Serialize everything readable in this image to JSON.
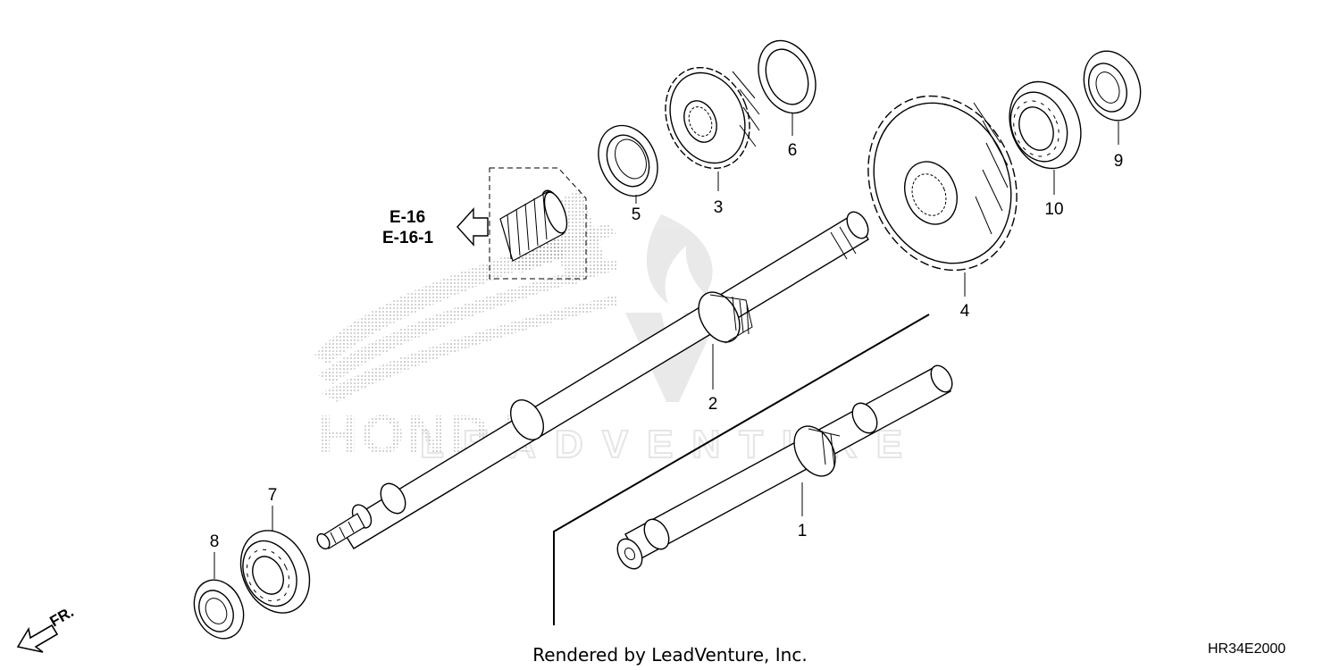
{
  "parts": [
    {
      "id": "part-1",
      "number": "1"
    },
    {
      "id": "part-2",
      "number": "2"
    },
    {
      "id": "part-3",
      "number": "3"
    },
    {
      "id": "part-4",
      "number": "4"
    },
    {
      "id": "part-5",
      "number": "5"
    },
    {
      "id": "part-6",
      "number": "6"
    },
    {
      "id": "part-7",
      "number": "7"
    },
    {
      "id": "part-8",
      "number": "8"
    },
    {
      "id": "part-9",
      "number": "9"
    },
    {
      "id": "part-10",
      "number": "10"
    }
  ],
  "reference": {
    "line1": "E-16",
    "line2": "E-16-1"
  },
  "direction_label": "FR.",
  "footer": "Rendered by LeadVenture, Inc.",
  "diagram_code": "HR34E2000",
  "watermark_brand": "HONDA",
  "watermark_text": "LEADVENTURE",
  "colors": {
    "line": "#000000",
    "background": "#ffffff",
    "watermark": "#d0d0d0"
  }
}
